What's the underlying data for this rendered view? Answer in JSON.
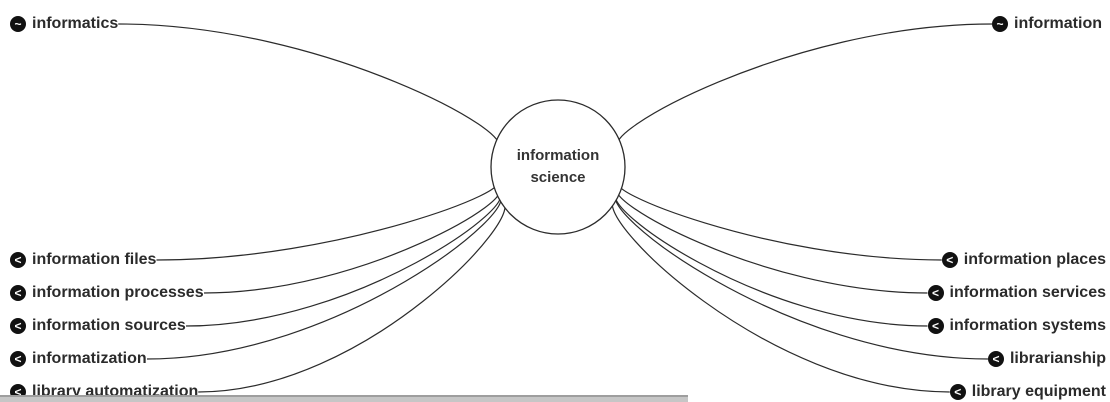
{
  "hub": {
    "line1": "information",
    "line2": "science"
  },
  "related_nodes": [
    {
      "label": "informatics",
      "icon": "tilde-icon",
      "glyph": "~"
    },
    {
      "label": "information",
      "icon": "tilde-icon",
      "glyph": "~"
    }
  ],
  "left_nodes": [
    {
      "label": "information files",
      "icon": "chevron-left-icon",
      "glyph": "<"
    },
    {
      "label": "information processes",
      "icon": "chevron-left-icon",
      "glyph": "<"
    },
    {
      "label": "information sources",
      "icon": "chevron-left-icon",
      "glyph": "<"
    },
    {
      "label": "informatization",
      "icon": "chevron-left-icon",
      "glyph": "<"
    },
    {
      "label": "library automatization",
      "icon": "chevron-left-icon",
      "glyph": "<"
    }
  ],
  "right_nodes": [
    {
      "label": "information places",
      "icon": "chevron-left-icon",
      "glyph": "<"
    },
    {
      "label": "information services",
      "icon": "chevron-left-icon",
      "glyph": "<"
    },
    {
      "label": "information systems",
      "icon": "chevron-left-icon",
      "glyph": "<"
    },
    {
      "label": "librarianship",
      "icon": "chevron-left-icon",
      "glyph": "<"
    },
    {
      "label": "library equipment",
      "icon": "chevron-left-icon",
      "glyph": "<"
    }
  ],
  "colors": {
    "line": "#2b2b2b",
    "badge": "#111111",
    "overlay": "#c6c6c6"
  }
}
